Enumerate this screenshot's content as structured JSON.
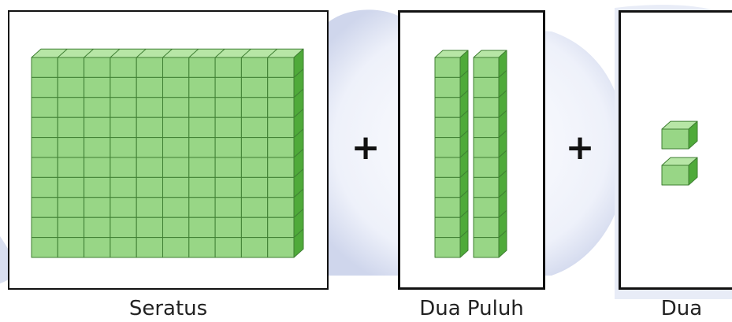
{
  "operators": {
    "plus_1": "+",
    "plus_2": "+"
  },
  "captions": {
    "hundred": "Seratus",
    "tens": "Dua Puluh",
    "ones": "Dua"
  },
  "blocks": {
    "hundred_cols": 10,
    "hundred_rows": 10,
    "tens_rods": 2,
    "tens_cubes_per_rod": 10,
    "ones_cubes": 2
  },
  "colors": {
    "cube_front": "#98d686",
    "cube_top": "#b7e6a6",
    "cube_side": "#4faa3a",
    "cube_stroke": "#3f7f33",
    "cloud": "#e4e9f6"
  }
}
